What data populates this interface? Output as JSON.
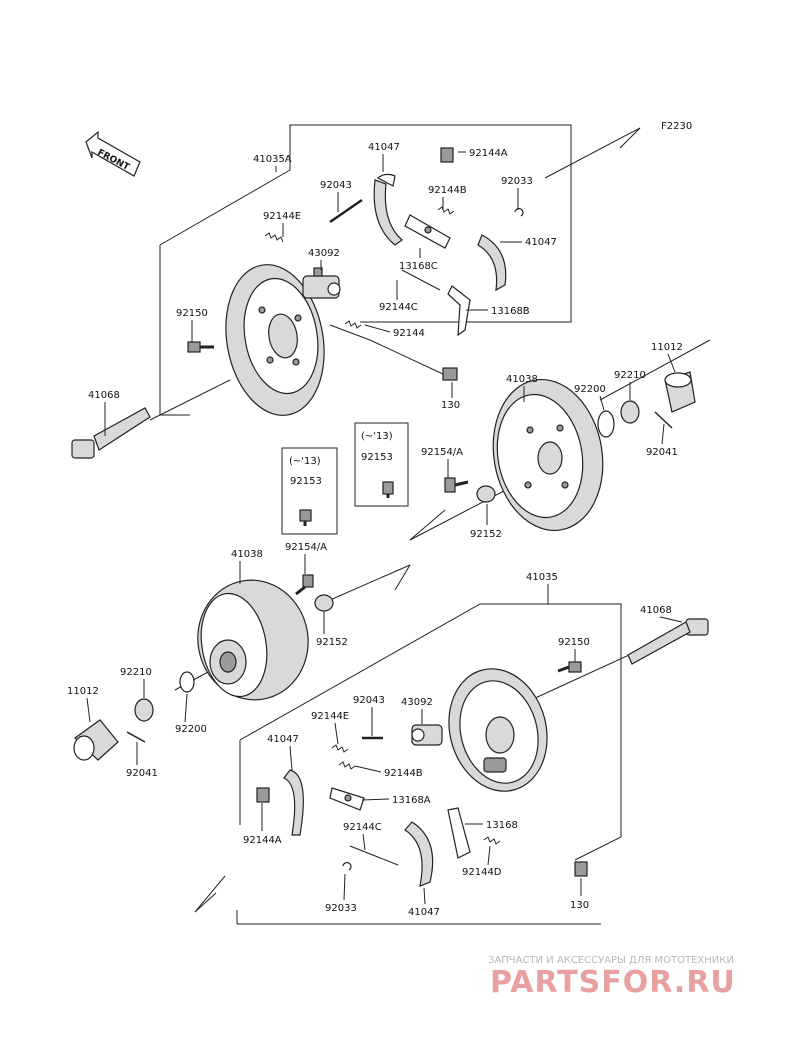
{
  "diagram_code": "F2230",
  "front_label": "FRONT",
  "upper": {
    "callouts": {
      "assembly": "41035A",
      "shoe_a": "41047",
      "pin": "92043",
      "clip_a": "92144A",
      "clip_b": "92144B",
      "clip_c": "92033",
      "spring_e": "92144E",
      "cylinder": "43092",
      "lever_c": "13168C",
      "shoe_b": "41047",
      "spring_c": "92144C",
      "lever_b": "13168B",
      "bolt": "92150",
      "spring": "92144",
      "axle": "41068",
      "screw": "130"
    }
  },
  "drum_right": {
    "drum": "41038",
    "washer": "92200",
    "nut": "92210",
    "cap": "11012",
    "cotter": "92041",
    "stud": "92154/A",
    "seal": "92152",
    "note_year": "(~'13)",
    "note_part": "92153"
  },
  "drum_left": {
    "note_year": "(~'13)",
    "note_part": "92153",
    "drum": "41038",
    "stud": "92154/A",
    "seal": "92152",
    "nut": "92210",
    "cap": "11012",
    "washer": "92200",
    "cotter": "92041"
  },
  "lower": {
    "callouts": {
      "assembly": "41035",
      "axle": "41068",
      "bolt": "92150",
      "pin": "92043",
      "spring_e": "92144E",
      "cylinder": "43092",
      "shoe_a": "41047",
      "clip_b": "92144B",
      "lever_a": "13168A",
      "clip_a": "92144A",
      "spring_c": "92144C",
      "lever": "13168",
      "spring_d": "92144D",
      "clip": "92033",
      "shoe_b": "41047",
      "screw": "130"
    }
  },
  "watermark": {
    "line1": "ЗАПЧАСТИ И АКСЕССУАРЫ ДЛЯ МОТОТЕХНИКИ",
    "line2": "PARTSFOR.RU"
  }
}
